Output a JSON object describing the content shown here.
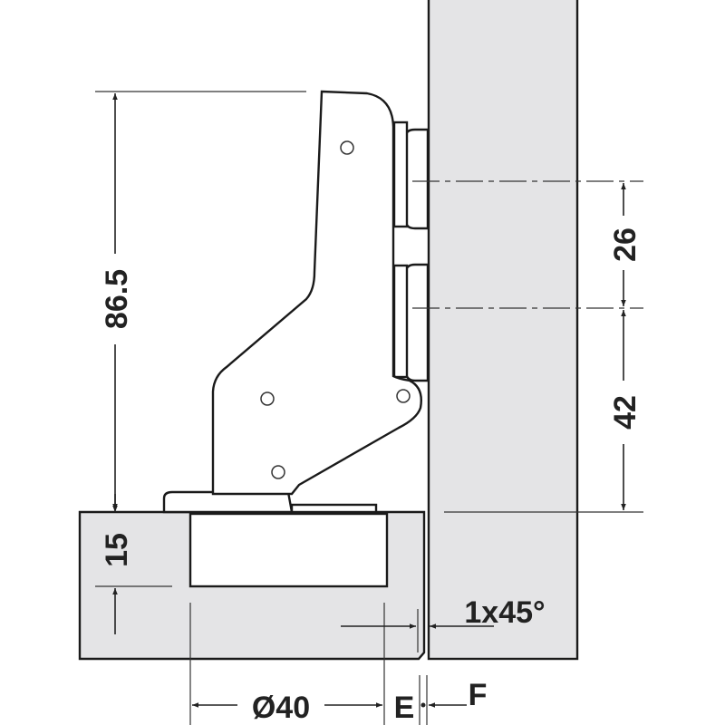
{
  "title": "Concealed hinge mounting dimensions",
  "dimensions": {
    "arm_height": "86.5",
    "plate_upper_spacing": "26",
    "plate_lower_spacing": "42",
    "cup_depth": "15",
    "cup_diameter": "Ø40",
    "edge_distance": "E",
    "gap": "F",
    "chamfer": "1x45°"
  },
  "colors": {
    "panel": "#e4e4e6",
    "line": "#1a1a1a"
  }
}
